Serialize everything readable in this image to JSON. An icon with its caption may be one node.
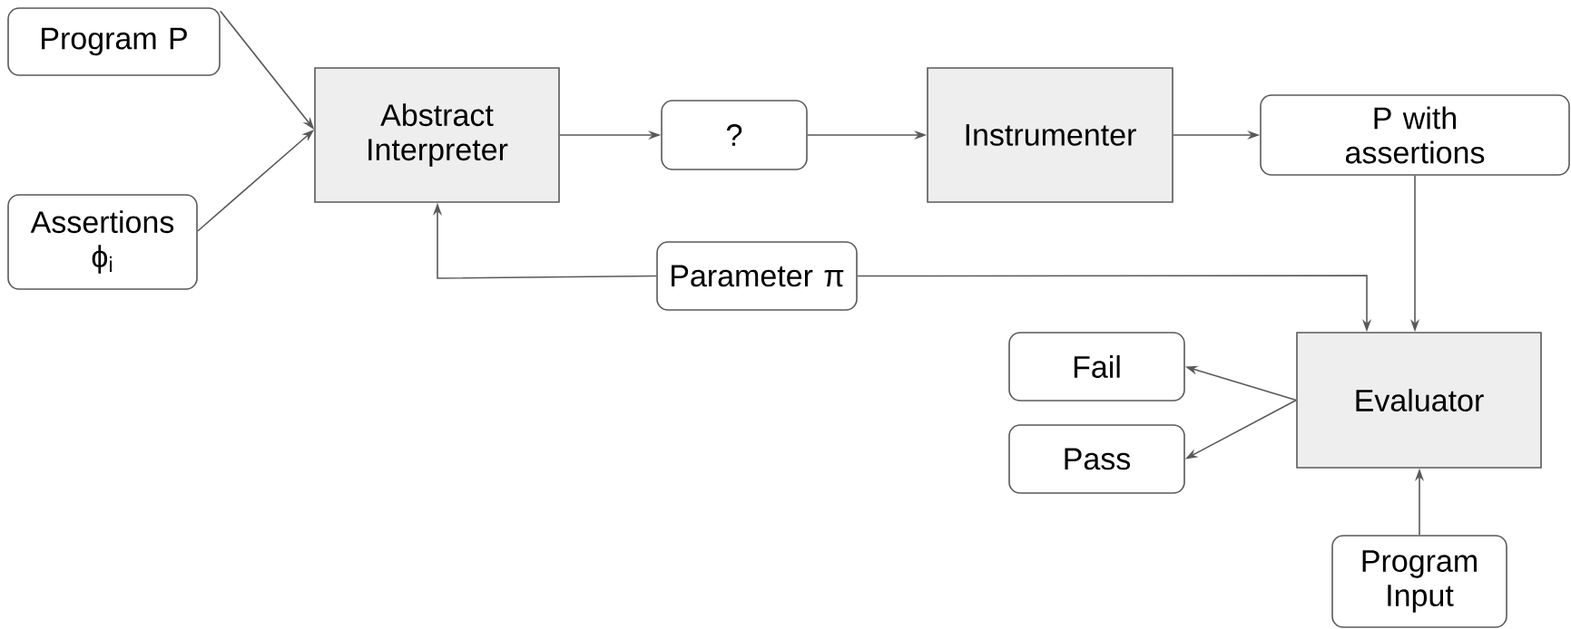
{
  "diagram": {
    "nodes": [
      {
        "text": [
          "Program P"
        ]
      },
      {
        "text": [
          "Assertions ϕ$_{i}$"
        ]
      },
      {
        "text": [
          "Abstract Interpreter"
        ]
      },
      {
        "text": [
          "?"
        ]
      },
      {
        "text": [
          "Instrumenter"
        ]
      },
      {
        "text": [
          "P with assertions"
        ]
      },
      {
        "text": [
          "Parameter π"
        ]
      },
      {
        "text": [
          "Fail"
        ]
      },
      {
        "text": [
          "Evaluator"
        ]
      },
      {
        "text": [
          "Pass"
        ]
      },
      {
        "text": [
          "Program Input"
        ]
      }
    ],
    "edges": [
      {
        "from": 0,
        "to": 2,
        "arrow": "to"
      },
      {
        "from": 1,
        "to": 2,
        "arrow": "to"
      },
      {
        "from": 2,
        "to": 3,
        "arrow": "to"
      },
      {
        "from": 3,
        "to": 4,
        "arrow": "to"
      },
      {
        "from": 4,
        "to": 5,
        "arrow": "to"
      },
      {
        "from": 5,
        "to": 8,
        "arrow": "to"
      },
      {
        "from": 6,
        "to": 2,
        "arrow": "to"
      },
      {
        "from": 6,
        "to": 8,
        "arrow": "to"
      },
      {
        "from": 8,
        "to": 7,
        "arrow": "to"
      },
      {
        "from": 8,
        "to": 9,
        "arrow": "to"
      },
      {
        "from": 10,
        "to": 8,
        "arrow": "to"
      }
    ]
  }
}
